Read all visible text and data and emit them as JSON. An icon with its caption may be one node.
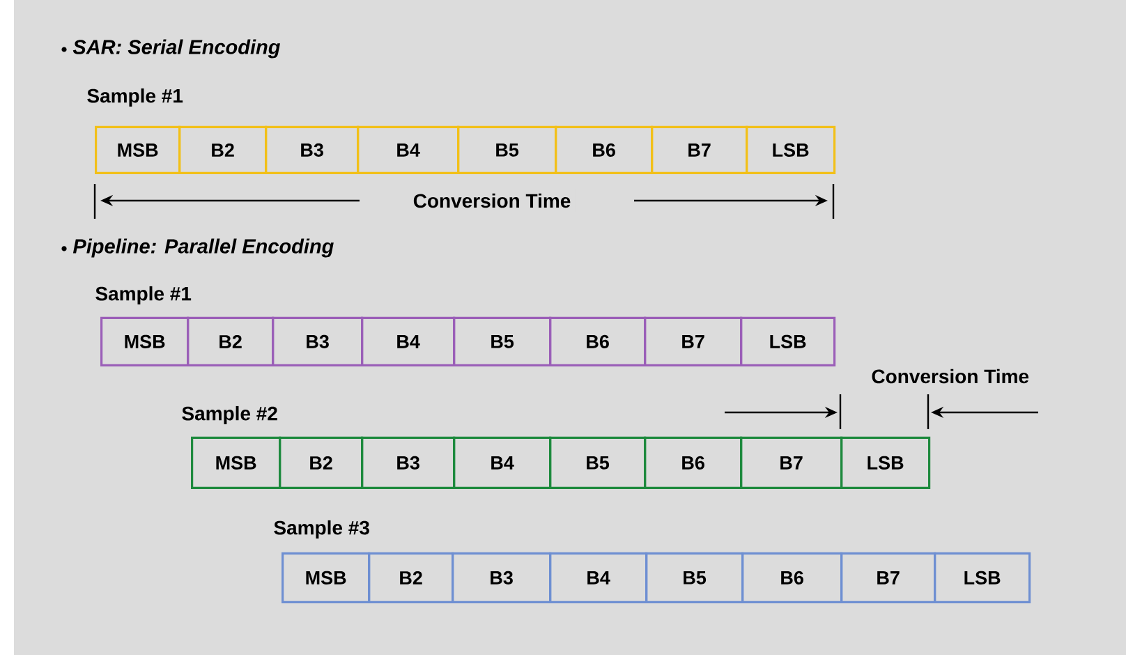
{
  "diagram": {
    "nodes": [
      {
        "text": [
          "MSB"
        ]
      },
      {
        "text": [
          "B2"
        ]
      },
      {
        "text": [
          "B3"
        ]
      },
      {
        "text": [
          "B4"
        ]
      },
      {
        "text": [
          "B5"
        ]
      },
      {
        "text": [
          "B6"
        ]
      },
      {
        "text": [
          "B7"
        ]
      },
      {
        "text": [
          "LSB"
        ]
      },
      {
        "text": [
          "MSB"
        ]
      },
      {
        "text": [
          "B2"
        ]
      },
      {
        "text": [
          "B3"
        ]
      },
      {
        "text": [
          "B4"
        ]
      },
      {
        "text": [
          "B5"
        ]
      },
      {
        "text": [
          "B6"
        ]
      },
      {
        "text": [
          "B7"
        ]
      },
      {
        "text": [
          "LSB"
        ]
      },
      {
        "text": [
          "MSB"
        ]
      },
      {
        "text": [
          "B2"
        ]
      },
      {
        "text": [
          "B3"
        ]
      },
      {
        "text": [
          "B4"
        ]
      },
      {
        "text": [
          "B5"
        ]
      },
      {
        "text": [
          "B6"
        ]
      },
      {
        "text": [
          "B7"
        ]
      },
      {
        "text": [
          "LSB"
        ]
      },
      {
        "text": [
          "MSB"
        ]
      },
      {
        "text": [
          "B2"
        ]
      },
      {
        "text": [
          "B3"
        ]
      },
      {
        "text": [
          "B4"
        ]
      },
      {
        "text": [
          "B5"
        ]
      },
      {
        "text": [
          "B6"
        ]
      },
      {
        "text": [
          "B7"
        ]
      },
      {
        "text": [
          "LSB"
        ]
      }
    ],
    "labels": [
      "SAR: Serial Encoding",
      "Sample #1",
      "Conversion Time",
      "Pipeline: Parallel Encoding",
      "Sample #1",
      "Conversion Time",
      "Sample #2",
      "Sample #3"
    ]
  }
}
